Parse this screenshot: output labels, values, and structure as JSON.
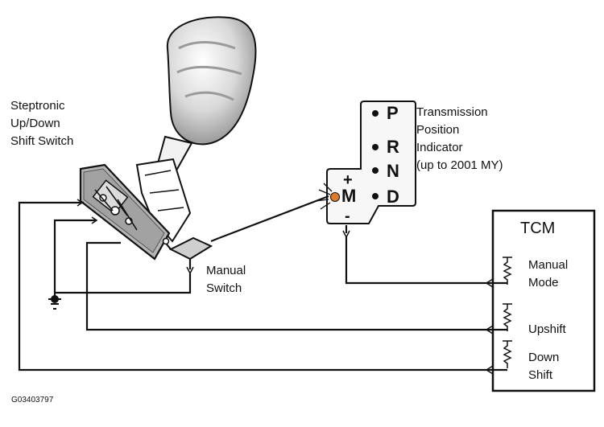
{
  "labels": {
    "steptronic_line1": "Steptronic",
    "steptronic_line2": "Up/Down",
    "steptronic_line3": "Shift Switch",
    "manual_switch_line1": "Manual",
    "manual_switch_line2": "Switch",
    "indicator_line1": "Transmission",
    "indicator_line2": "Position",
    "indicator_line3": "Indicator",
    "indicator_line4": "(up to 2001 MY)",
    "tcm_title": "TCM",
    "tcm_manual_line1": "Manual",
    "tcm_manual_line2": "Mode",
    "tcm_upshift": "Upshift",
    "tcm_down_line1": "Down",
    "tcm_down_line2": "Shift",
    "figure_code": "G03403797"
  },
  "indicator": {
    "gears": [
      "P",
      "R",
      "N",
      "D"
    ],
    "manual_gear": "M",
    "plus_symbol": "+",
    "minus_symbol": "-",
    "active_dot_color": "#e07b2a"
  },
  "colors": {
    "line": "#111111",
    "switch_fill": "#b5b5b5",
    "knob_fill": "#d9d9d9"
  }
}
